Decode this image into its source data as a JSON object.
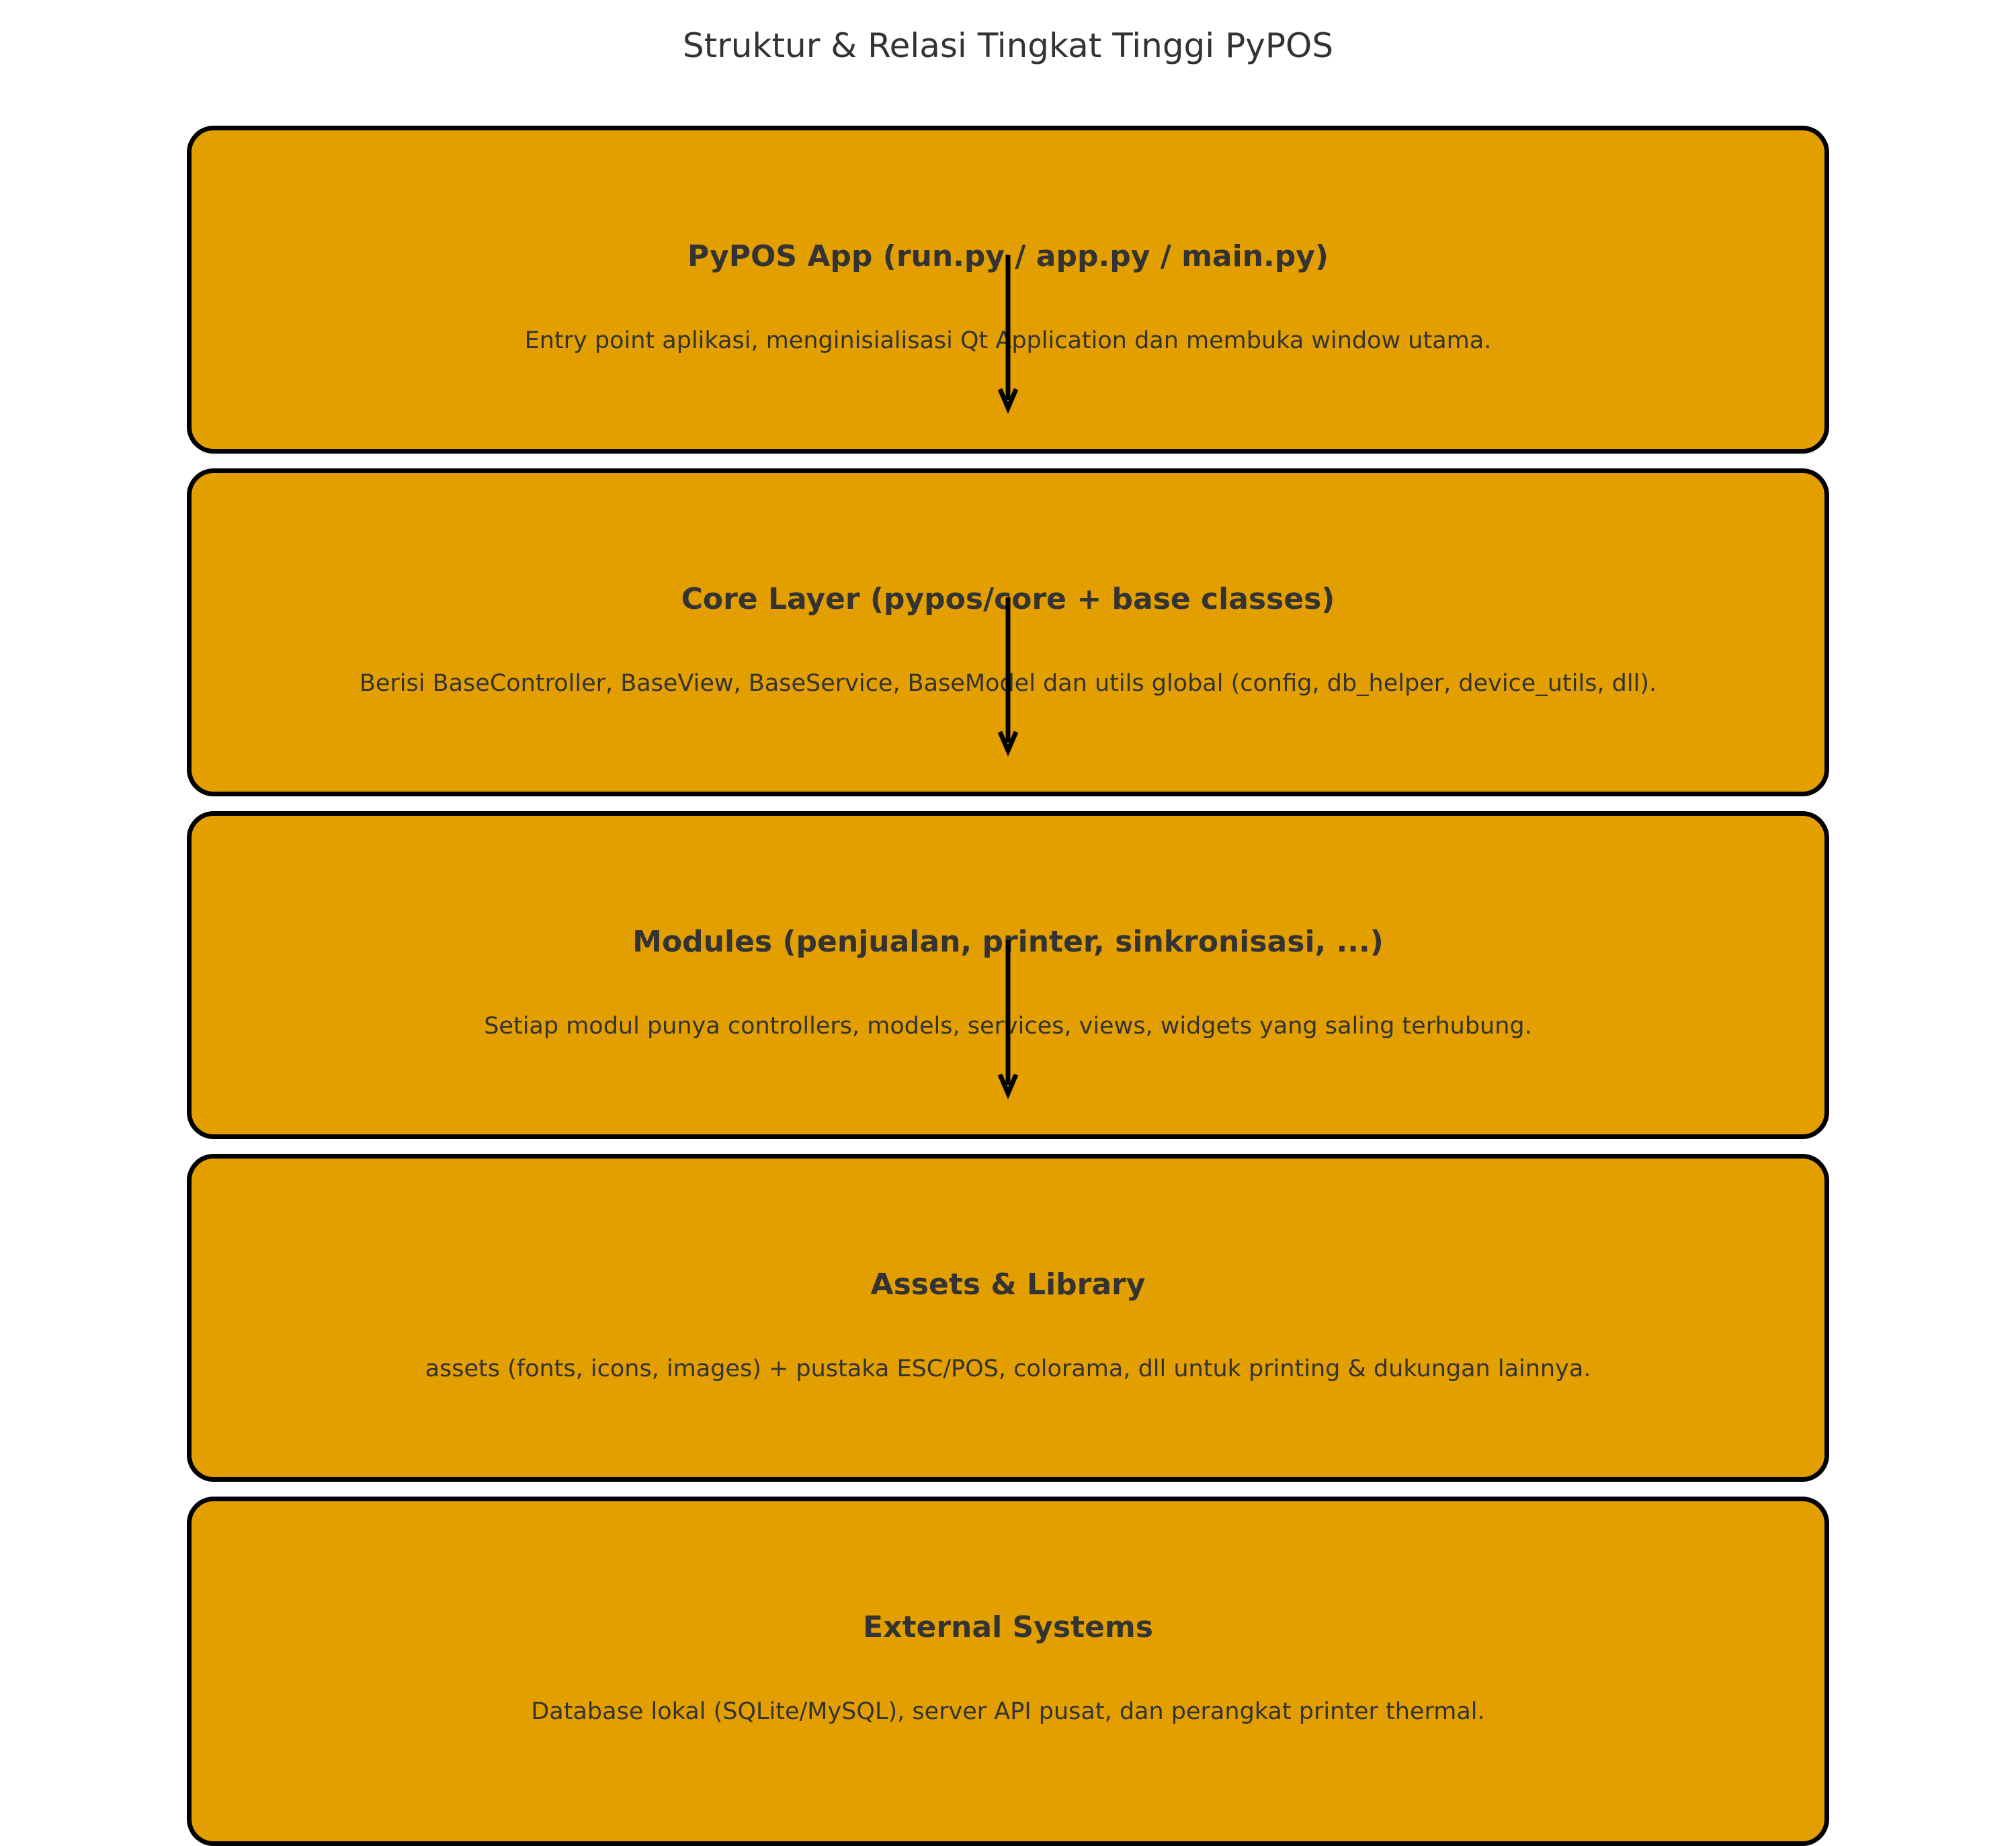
{
  "title": "Struktur & Relasi Tingkat Tinggi PyPOS",
  "colors": {
    "box_fill": "#E39F00",
    "box_border": "#000000",
    "text": "#333333",
    "arrow": "#000000"
  },
  "layers": [
    {
      "title": "PyPOS App (run.py / app.py / main.py)",
      "description": "Entry point aplikasi, menginisialisasi Qt Application dan membuka window utama."
    },
    {
      "title": "Core Layer (pypos/core + base classes)",
      "description": "Berisi BaseController, BaseView, BaseService, BaseModel dan utils global (config, db_helper, device_utils, dll)."
    },
    {
      "title": "Modules (penjualan, printer, sinkronisasi, ...)",
      "description": "Setiap modul punya controllers, models, services, views, widgets yang saling terhubung."
    },
    {
      "title": "Assets & Library",
      "description": "assets (fonts, icons, images) + pustaka ESC/POS, colorama, dll untuk printing & dukungan lainnya."
    },
    {
      "title": "External Systems",
      "description": "Database lokal (SQLite/MySQL), server API pusat, dan perangkat printer thermal."
    }
  ],
  "connections": [
    {
      "from": 0,
      "to": 1
    },
    {
      "from": 1,
      "to": 2
    },
    {
      "from": 2,
      "to": 3
    }
  ]
}
